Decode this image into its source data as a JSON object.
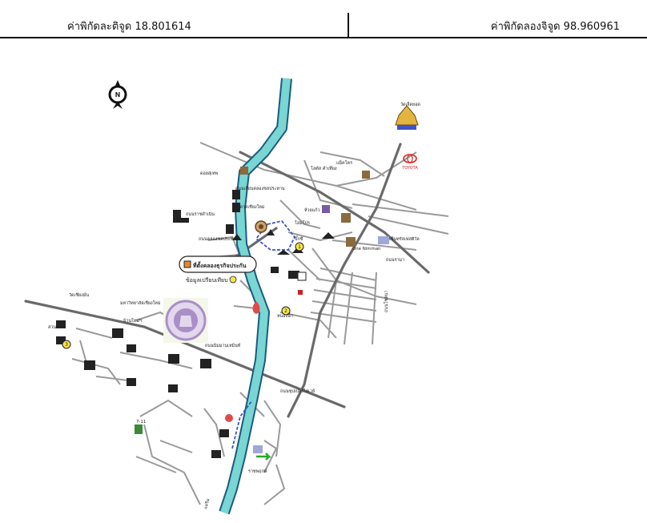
{
  "header": {
    "latitude_text": "ค่าพิกัดละติจูด 18.801614",
    "longitude_text": "ค่าพิกัดลองจิจูด 98.960961"
  },
  "map": {
    "compass_letter": "N",
    "colors": {
      "river": "#79d6d3",
      "river_edge": "#1a5b80",
      "road": "#9a9a9a",
      "road_major": "#6a6a6a",
      "accent_orange": "#e2892c",
      "accent_yellow": "#f5e44a",
      "university": "#a98fc6",
      "route_blue": "#3f52c6"
    },
    "legend": {
      "location_label": "ที่ตั้งคลองธุรกิจประกัน",
      "info_label": "ข้อมูลเปรียบเทียบ"
    },
    "labels": {
      "chiang_mai_university": "มหาวิทยาลัยเชียงใหม่",
      "ban_kian": "บ้านใหม่ฯ",
      "nimman": "ถนนนิมมานเหมินท์",
      "chomdoi_market": "ตลาดเชียงใหม่",
      "rajdamnoen": "ถนนราชดำเนิน",
      "superhighway": "ถนนซุปเปอร์ไฮเวย์",
      "north_road": "ถนนเลียบคลองชลประทาน",
      "fountain": "หนองน้ำ",
      "canal_road": "ถนนคลองชลประทาน",
      "toyota": "TOYOTA",
      "rama9": "ถนนรามา",
      "wat": "วัดเจ็ดยอด",
      "lotus": "โลตัส คำเที่ยง",
      "makro": "แม็คโคร",
      "home_pro": "โฮมโปร",
      "big_c": "บิ๊กซี",
      "central": "เซ็นทรัลเฟสติวัล",
      "one_nimman": "One Nimman",
      "huay_kaew": "ห้วยแก้ว",
      "doi_suthep": "ดอยสุเทพ",
      "seven_eleven": "7-11",
      "railway": "ถนนโชตนา",
      "mae_rim": "แม่ริม",
      "wat_chiang_man": "วัดเชียงมั่น",
      "suan_dok": "สวนดอก",
      "ratchapruek": "ราชพฤกษ์",
      "marker_1": "1",
      "marker_2": "2",
      "marker_3": "3"
    }
  }
}
